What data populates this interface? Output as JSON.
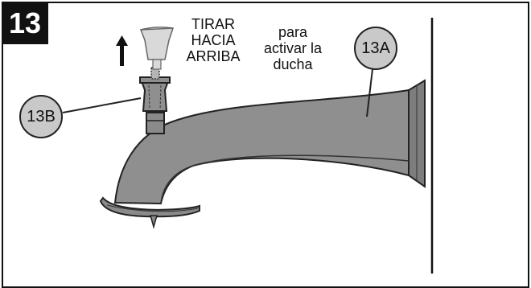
{
  "step_number": "13",
  "instruction": {
    "pull_lines": [
      "TIRAR",
      "HACIA",
      "ARRIBA"
    ],
    "purpose_lines": [
      "para",
      "activar la",
      "ducha"
    ]
  },
  "callouts": {
    "spout": "13A",
    "diverter": "13B"
  },
  "colors": {
    "spout_fill": "#8f8f8f",
    "callout_fill": "#c9c9c9",
    "diverter_raised_fill": "#d9d9d9"
  },
  "icons": {
    "up_arrow": "arrow-up-icon"
  }
}
